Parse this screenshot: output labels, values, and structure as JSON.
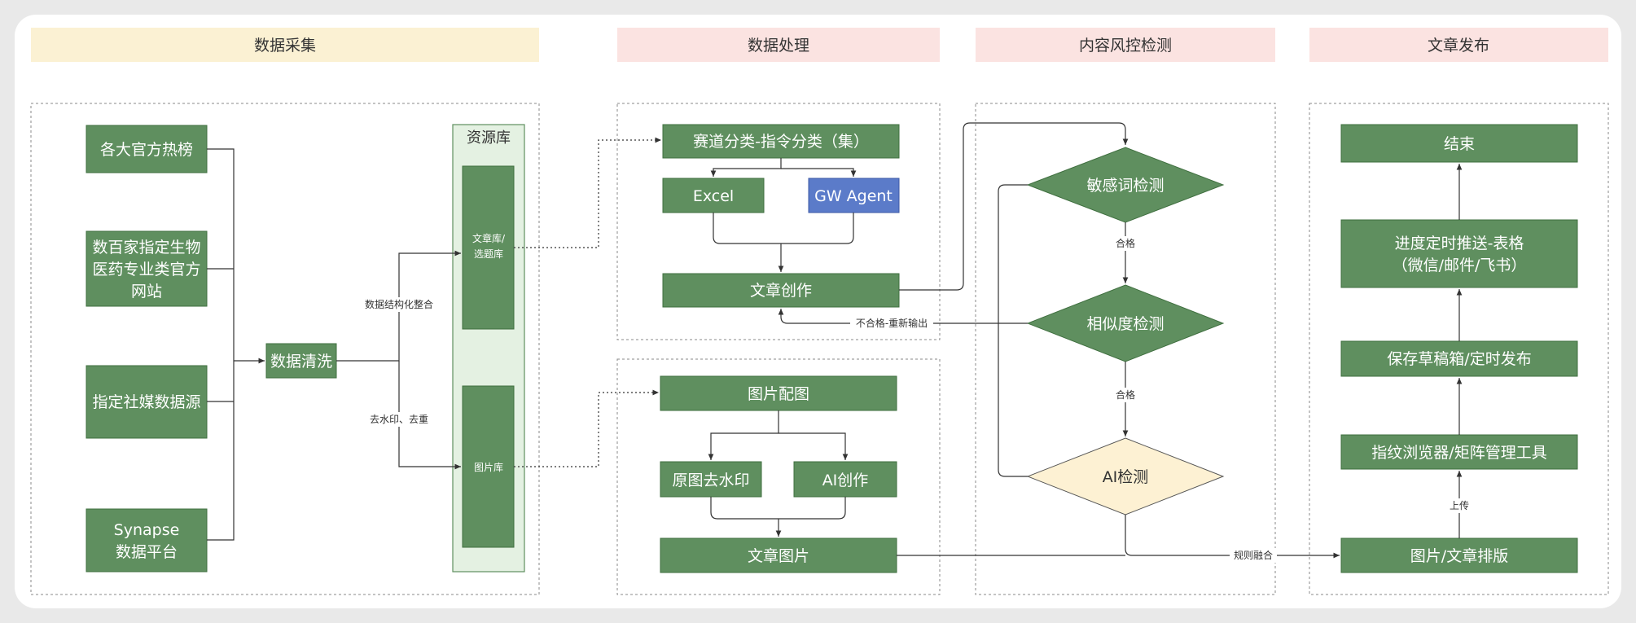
{
  "headers": {
    "collect": "数据采集",
    "process": "数据处理",
    "risk": "内容风控检测",
    "publish": "文章发布"
  },
  "collect": {
    "sources": [
      "各大官方热榜",
      "数百家指定生物",
      "医药专业类官方",
      "网站",
      "指定社媒数据源",
      "Synapse",
      "数据平台"
    ],
    "clean": "数据清洗",
    "structure_label": "数据结构化整合",
    "dedupe_label": "去水印、去重",
    "library_title": "资源库",
    "article_lib": [
      "文章库/",
      "选题库"
    ],
    "image_lib": "图片库"
  },
  "process": {
    "classify": "赛道分类-指令分类（集）",
    "excel": "Excel",
    "agent": "GW Agent",
    "article_create": "文章创作",
    "image_match": "图片配图",
    "dewatermark": "原图去水印",
    "ai_create": "AI创作",
    "article_image": "文章图片"
  },
  "risk": {
    "sensitive": "敏感词检测",
    "pass1": "合格",
    "similarity": "相似度检测",
    "pass2": "合格",
    "ai_check": "AI检测",
    "fail_label": "不合格-重新输出",
    "merge_label": "规则融合"
  },
  "publish": {
    "end": "结束",
    "push": [
      "进度定时推送-表格",
      "（微信/邮件/飞书）"
    ],
    "draft": "保存草稿箱/定时发布",
    "browser": "指纹浏览器/矩阵管理工具",
    "upload_label": "上传",
    "layout": "图片/文章排版"
  },
  "colors": {
    "green": "#5f8f5f",
    "blue": "#5b7bc9",
    "yellow_fill": "#fdf1d3",
    "head_yellow": "#fbf1d3",
    "head_pink": "#fbe3e1",
    "library": "#e4f1e2"
  }
}
